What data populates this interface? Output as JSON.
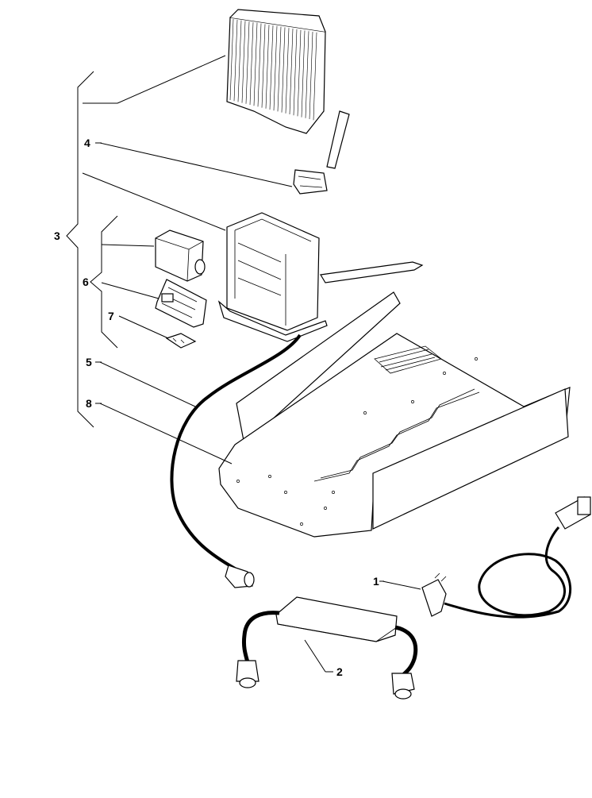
{
  "diagram": {
    "callouts": {
      "c1": "1",
      "c2": "2",
      "c3": "3",
      "c4": "4",
      "c5": "5",
      "c6": "6",
      "c7": "7",
      "c8": "8"
    },
    "parts": [
      "cover-heatsink",
      "connector-clip",
      "housing-box",
      "electronic-module",
      "circuit-board",
      "label-plate",
      "charging-cable",
      "base-plate",
      "power-cord",
      "power-supply"
    ],
    "colors": {
      "ink": "#000000",
      "paper": "#ffffff"
    }
  }
}
